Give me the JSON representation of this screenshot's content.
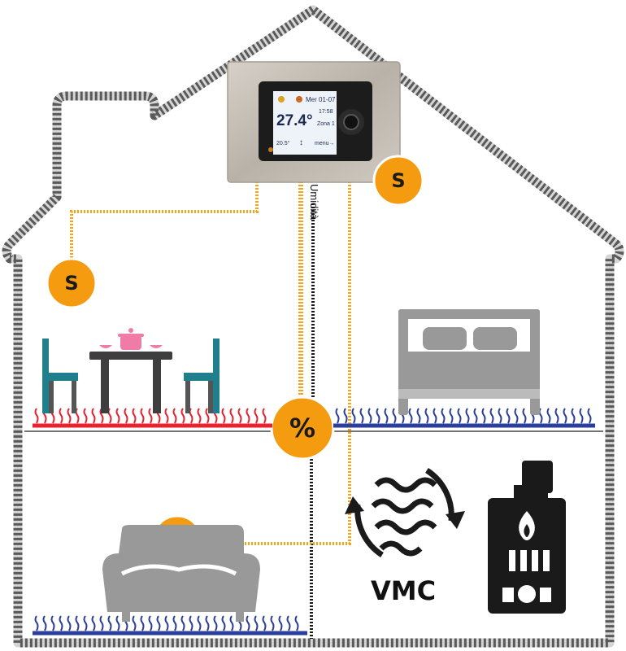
{
  "thermostat": {
    "date": "Mer 01-07",
    "time": "17:58",
    "temperature": "27.4°",
    "zone": "Zona 1",
    "setpoint": "20.5°",
    "menu": "menu→"
  },
  "labels": {
    "sensor": "S",
    "humidity_sensor": "%",
    "humidity_wire": "Umidità",
    "vmc": "VMC"
  },
  "colors": {
    "sensor_badge": "#f49b10",
    "wire": "#f6a21a",
    "floor_heat_warm": "#e8222e",
    "floor_heat_cool": "#2b3e9c",
    "furniture": "#999999",
    "chair_teal": "#1f7f8c",
    "pot_pink": "#f07ba6"
  },
  "icons": [
    "thermostat-panel-icon",
    "sensor-badge-icon",
    "humidity-badge-icon",
    "dining-table-icon",
    "bed-icon",
    "sofa-icon",
    "vmc-icon",
    "boiler-icon",
    "floor-heating-icon"
  ]
}
